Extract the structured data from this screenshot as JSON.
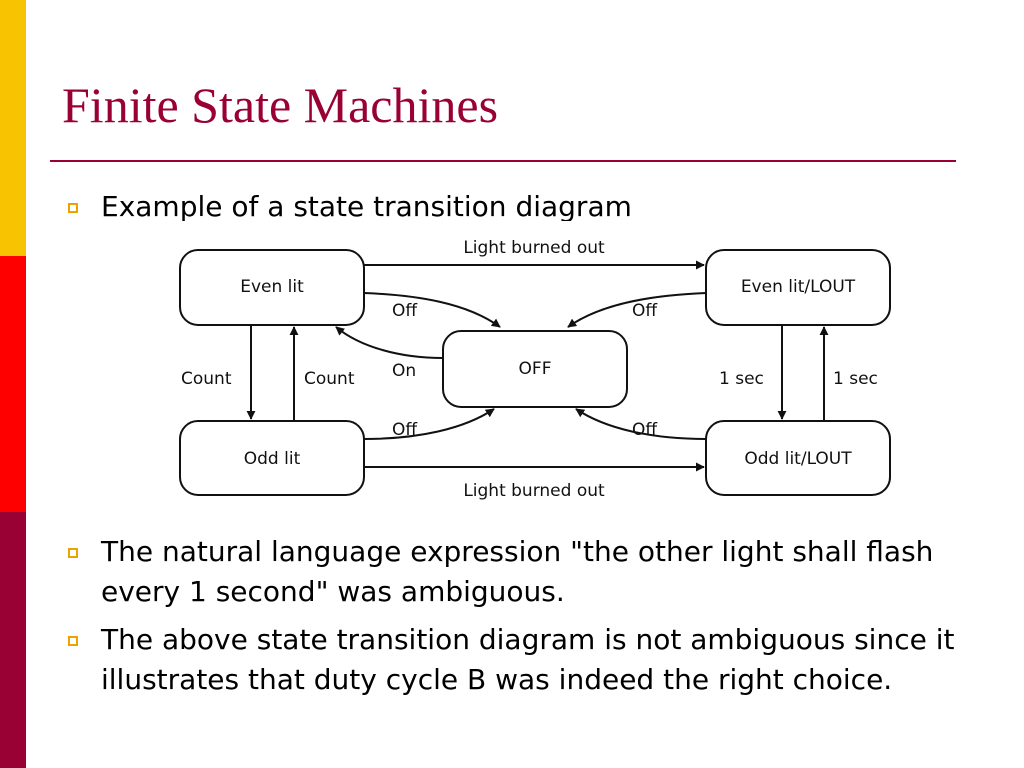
{
  "colors": {
    "stripe_top": "#f8c300",
    "stripe_mid": "#ff0000",
    "stripe_bottom": "#990033",
    "title": "#990033",
    "bullet": "#e9a400"
  },
  "slide": {
    "title": "Finite State Machines",
    "bullets": [
      "Example of a state transition diagram",
      "The natural language expression \"the other light shall flash every 1 second\" was ambiguous.",
      "The above state transition diagram is not ambiguous since it illustrates that duty cycle B was indeed the right choice."
    ]
  },
  "diagram": {
    "states": {
      "even_lit": "Even lit",
      "even_lit_lout": "Even lit/LOUT",
      "off": "OFF",
      "odd_lit": "Odd lit",
      "odd_lit_lout": "Odd lit/LOUT"
    },
    "transitions": {
      "light_burned_out_top": "Light burned out",
      "light_burned_out_bottom": "Light burned out",
      "off_even": "Off",
      "off_even_lout": "Off",
      "on": "On",
      "off_odd": "Off",
      "off_odd_lout": "Off",
      "count_down": "Count",
      "count_up": "Count",
      "sec_down": "1 sec",
      "sec_up": "1 sec"
    }
  }
}
